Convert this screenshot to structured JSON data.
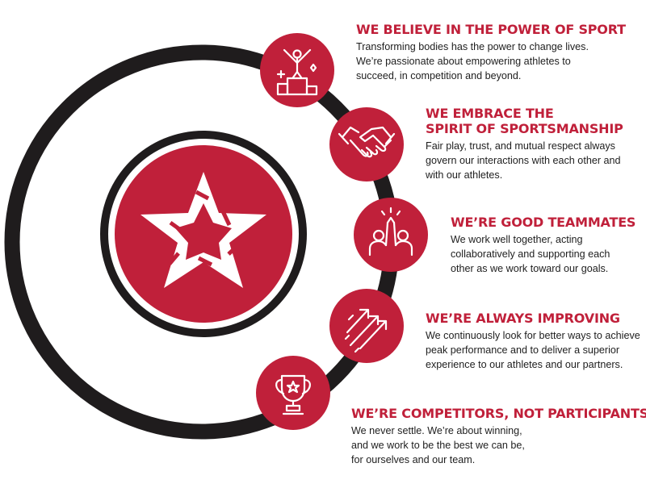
{
  "colors": {
    "brand_red": "#c0203a",
    "ring_dark": "#1f1c1d",
    "text_dark": "#1e1e1e",
    "icon_white": "#ffffff"
  },
  "values": [
    {
      "icon": "podium-winner-icon",
      "title": [
        "WE BELIEVE IN THE POWER OF SPORT"
      ],
      "body": [
        "Transforming bodies has the power to change lives.",
        "We’re passionate about empowering athletes to",
        "succeed, in competition and beyond."
      ]
    },
    {
      "icon": "handshake-icon",
      "title": [
        "WE EMBRACE THE",
        "SPIRIT OF SPORTSMANSHIP"
      ],
      "body": [
        "Fair play, trust, and mutual respect always",
        "govern our interactions with each other and",
        "with our athletes."
      ]
    },
    {
      "icon": "high-five-icon",
      "title": [
        "WE’RE GOOD TEAMMATES"
      ],
      "body": [
        "We work well together, acting",
        "collaboratively and supporting each",
        "other as we work toward our goals."
      ]
    },
    {
      "icon": "rising-arrows-icon",
      "title": [
        "WE’RE ALWAYS IMPROVING"
      ],
      "body": [
        "We continuously look for better ways to achieve",
        "peak performance and to deliver a superior",
        "experience to our athletes and our partners."
      ]
    },
    {
      "icon": "trophy-star-icon",
      "title": [
        "WE’RE COMPETITORS,  NOT PARTICIPANTS"
      ],
      "body": [
        "We never settle. We’re about winning,",
        "and we work to be the best we can be,",
        "for ourselves and our team."
      ]
    }
  ]
}
